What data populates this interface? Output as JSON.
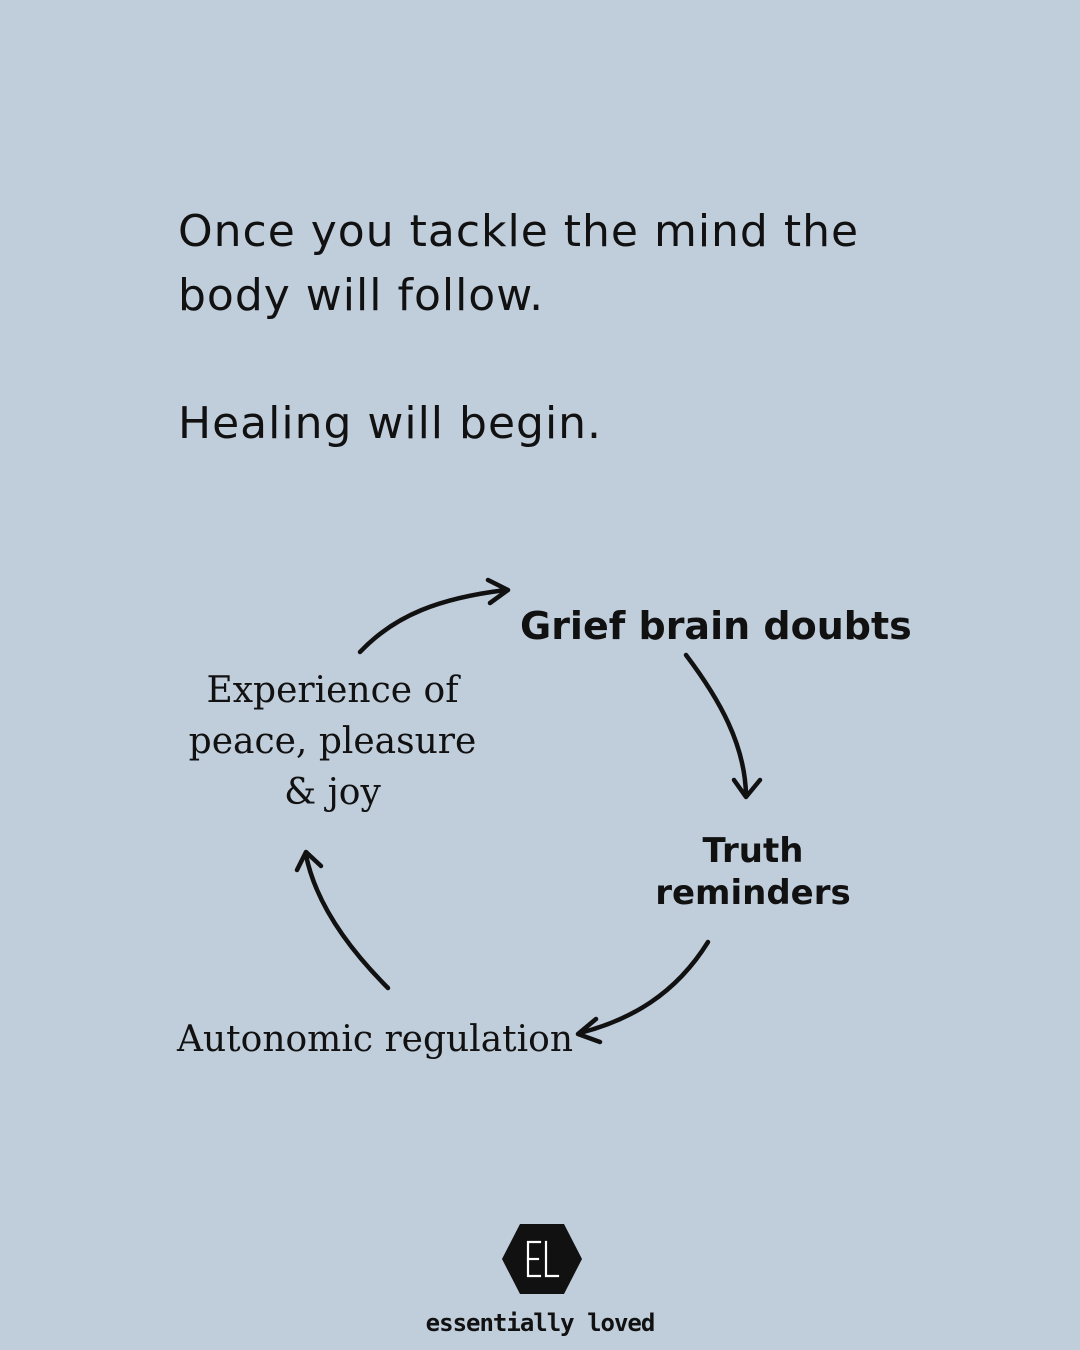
{
  "intro": {
    "line1": "Once you tackle the mind the",
    "line2": "body will follow.",
    "line3": "Healing will begin."
  },
  "cycle": {
    "grief": "Grief brain doubts",
    "truth": [
      "Truth",
      "reminders"
    ],
    "autonomic": "Autonomic regulation",
    "experience": [
      "Experience of",
      "peace, pleasure",
      "& joy"
    ]
  },
  "brand": {
    "logo_letters": "EL",
    "name": "essentially loved"
  },
  "colors": {
    "background": "#c0cddb",
    "ink": "#111111"
  }
}
